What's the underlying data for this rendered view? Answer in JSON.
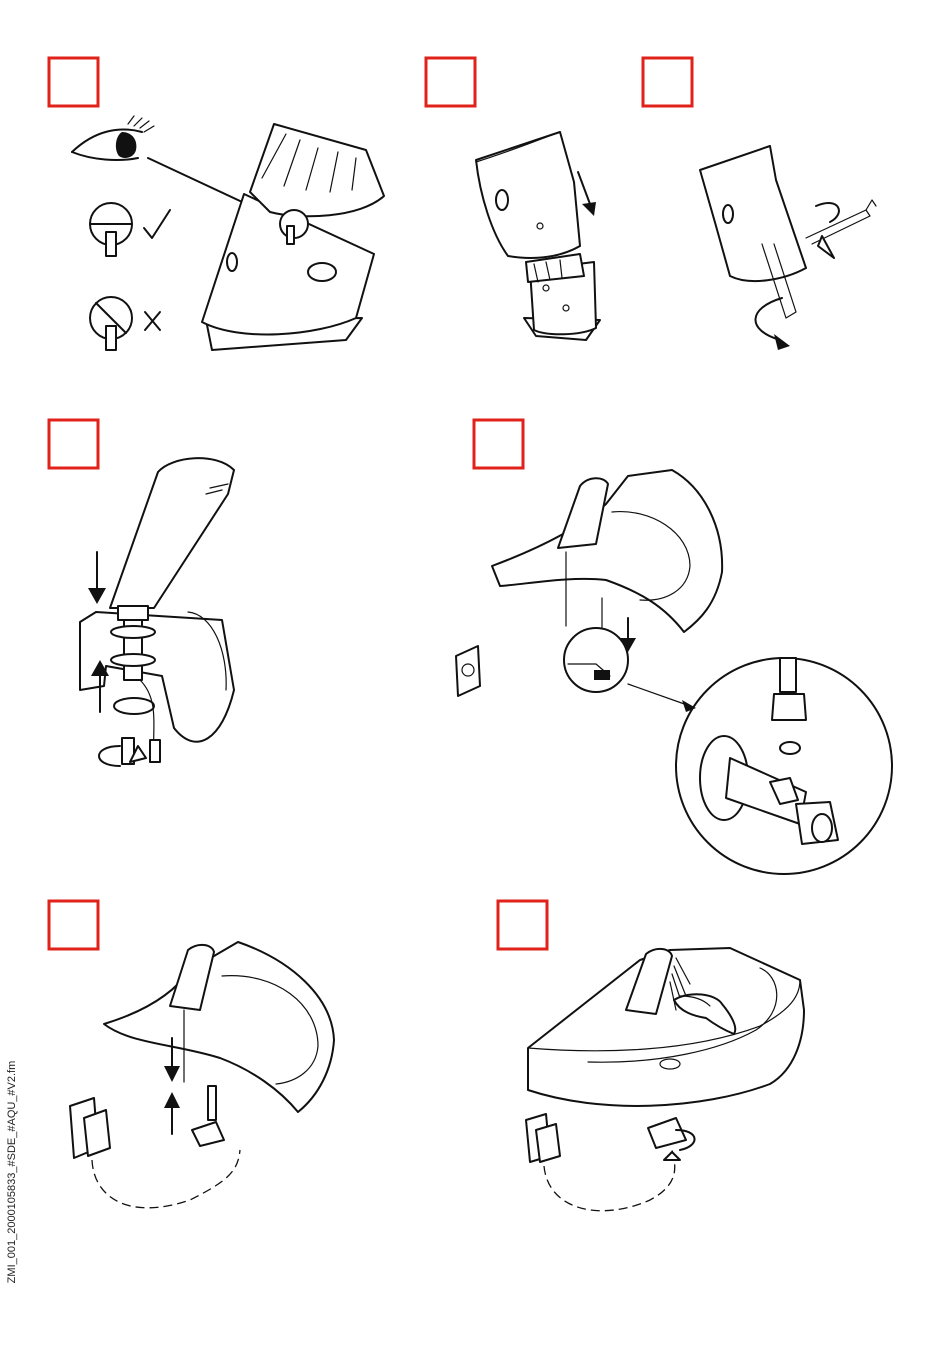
{
  "document": {
    "side_code": "ZMI_001_2000105833_#SDE_#AQU_#V2.fm",
    "steps": [
      {
        "id": "check-cartridge-position"
      },
      {
        "id": "slide-housing-down"
      },
      {
        "id": "tighten-hex-screw"
      },
      {
        "id": "mount-spout-on-basin"
      },
      {
        "id": "connect-supply-hose"
      },
      {
        "id": "connect-power-cable"
      },
      {
        "id": "open-valve-and-test"
      }
    ],
    "icons": [
      "eye-icon",
      "checkmark-icon",
      "cross-icon",
      "down-arrow-icon",
      "up-arrow-icon",
      "rotate-arrow-icon",
      "wall-socket-icon",
      "power-supply-icon",
      "magnifier-circle-icon",
      "hand-icon"
    ],
    "colors": {
      "step_box": "#e1221b",
      "line_art": "#111111"
    }
  }
}
